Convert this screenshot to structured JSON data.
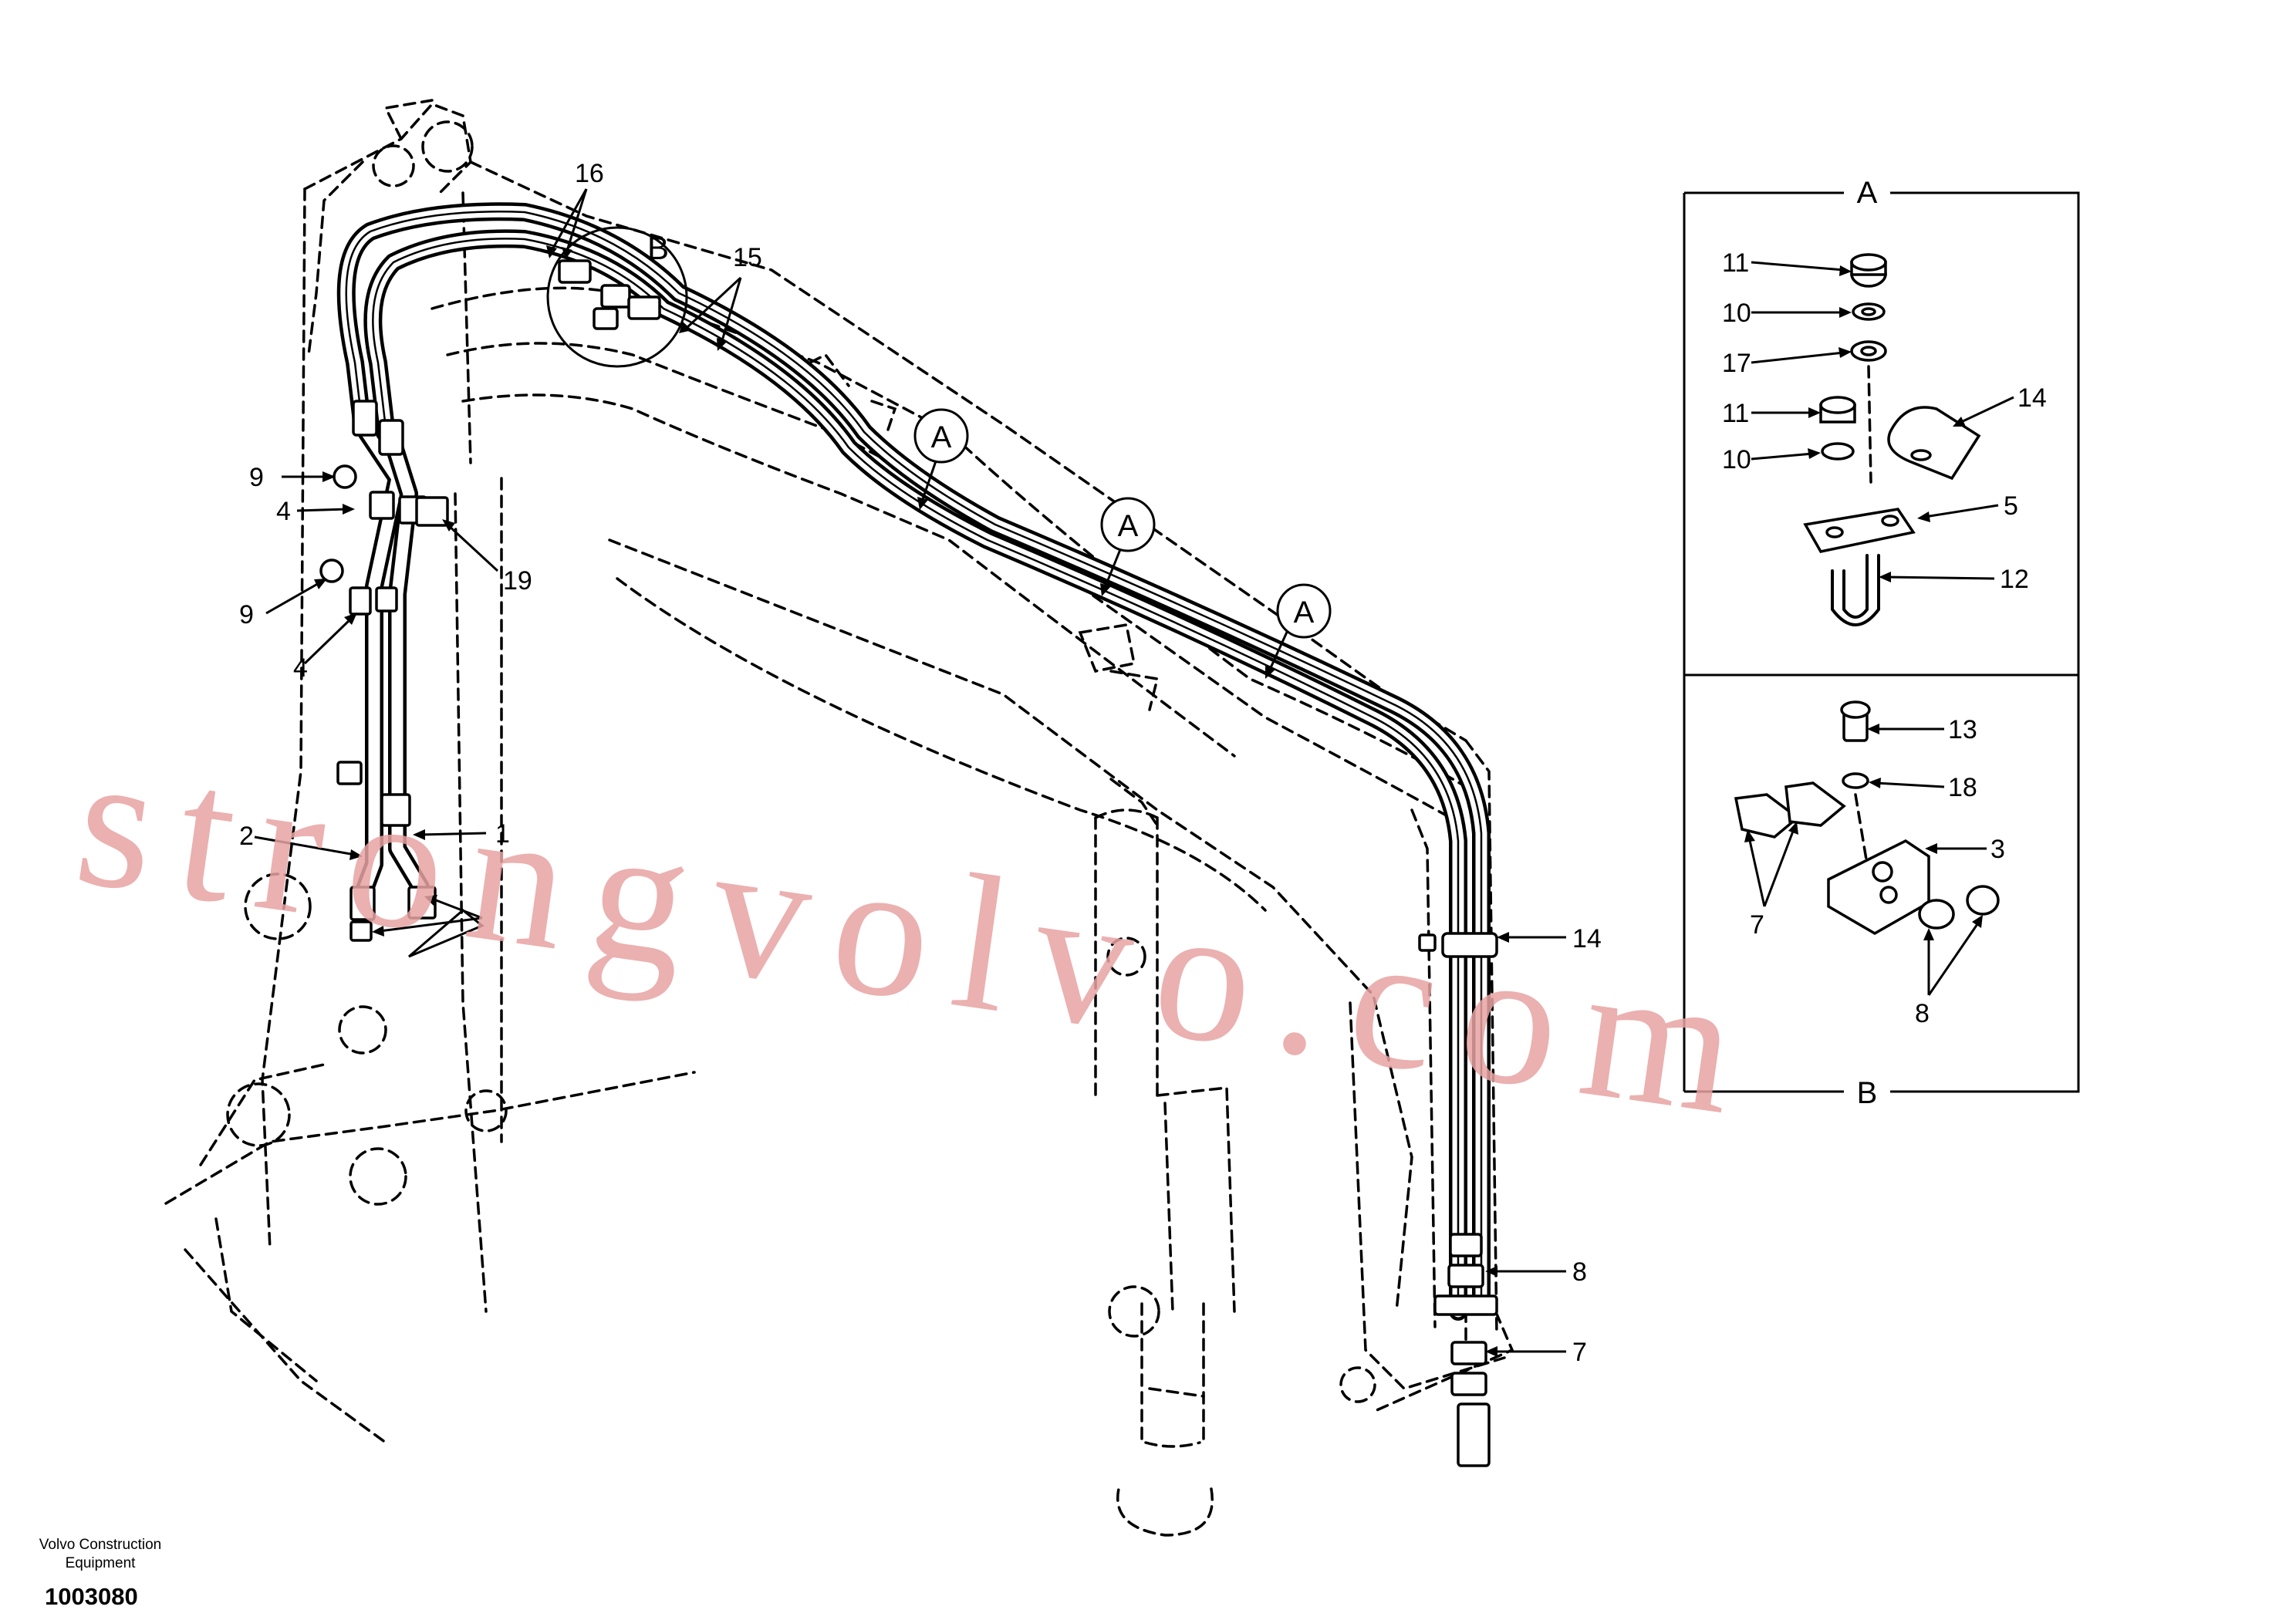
{
  "diagram": {
    "callouts": [
      "A",
      "A",
      "A",
      "B"
    ],
    "part_labels": [
      "16",
      "15",
      "9",
      "4",
      "19",
      "9",
      "4",
      "1",
      "2",
      "14",
      "8",
      "7"
    ],
    "detail_a": {
      "title": "A",
      "labels": [
        "11",
        "10",
        "17",
        "11",
        "10",
        "14",
        "5",
        "12"
      ]
    },
    "detail_b": {
      "title": "B",
      "labels": [
        "13",
        "18",
        "3",
        "7",
        "8"
      ]
    },
    "watermark": "strongvolvo.com",
    "brand_line1": "Volvo Construction",
    "brand_line2": "Equipment",
    "drawing_number": "1003080"
  }
}
